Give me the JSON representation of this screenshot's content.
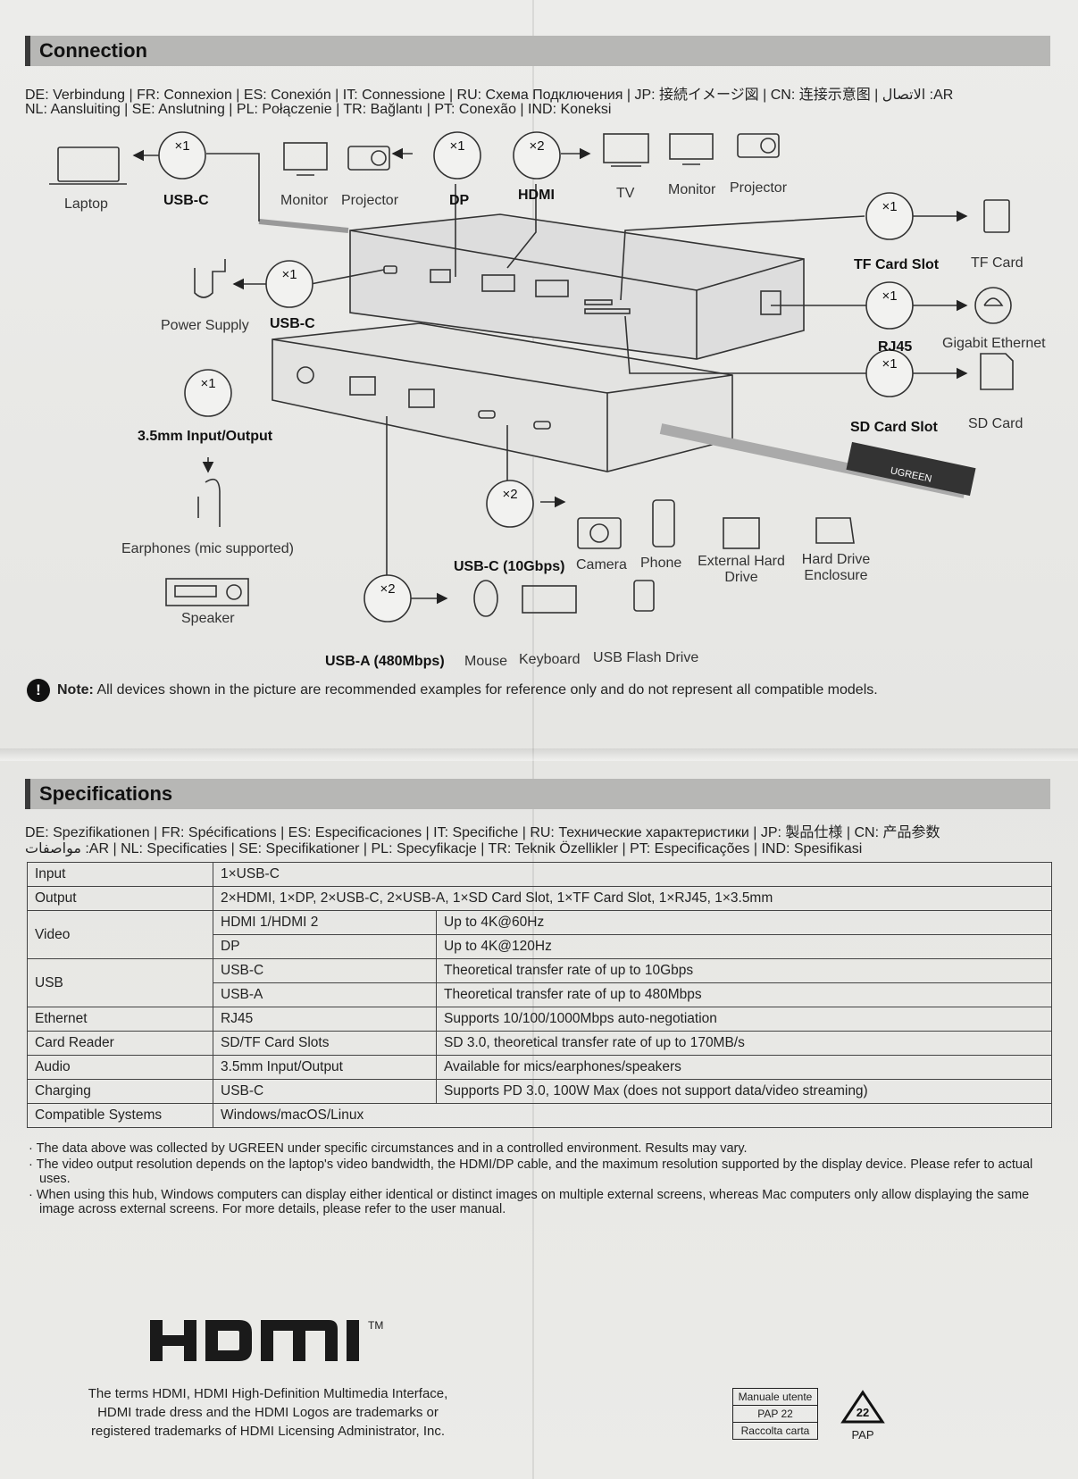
{
  "connection": {
    "title": "Connection",
    "lang_line1": "DE: Verbindung | FR: Connexion | ES: Conexión | IT: Connessione | RU: Схема Подключения | JP: 接続イメージ図 | CN: 连接示意图 | الاتصال :AR",
    "lang_line2": "NL: Aansluiting | SE: Anslutning | PL: Połączenie | TR: Bağlantı | PT: Conexão | IND: Koneksi",
    "labels": {
      "laptop": "Laptop",
      "usbc_top": "USB-C",
      "monitor1": "Monitor",
      "projector1": "Projector",
      "dp": "DP",
      "hdmi": "HDMI",
      "tv": "TV",
      "monitor2": "Monitor",
      "projector2": "Projector",
      "tf_card_slot": "TF Card Slot",
      "tf_card": "TF Card",
      "power_supply": "Power Supply",
      "usbc_power": "USB-C",
      "rj45": "RJ45",
      "gigabit_ethernet": "Gigabit Ethernet",
      "sd_card_slot": "SD Card Slot",
      "sd_card": "SD Card",
      "audio_port": "3.5mm Input/Output",
      "earphones": "Earphones (mic supported)",
      "speaker": "Speaker",
      "usbc_10g": "USB-C (10Gbps)",
      "camera": "Camera",
      "phone": "Phone",
      "ext_hdd": "External Hard Drive",
      "hdd_enclosure": "Hard Drive Enclosure",
      "usba_480": "USB-A (480Mbps)",
      "mouse": "Mouse",
      "keyboard": "Keyboard",
      "usb_flash": "USB Flash Drive",
      "x1": "×1",
      "x2": "×2",
      "brand": "UGREEN"
    },
    "note_label": "Note:",
    "note_text": "All devices shown in the picture are recommended examples for reference only and do not represent all compatible models."
  },
  "specifications": {
    "title": "Specifications",
    "lang_line1": "DE: Spezifikationen | FR: Spécifications | ES: Especificaciones | IT: Specifiche | RU: Технические характеристики | JP: 製品仕様 | CN: 产品参数",
    "lang_line2": "مواصفات :AR | NL: Specificaties | SE: Specifikationer | PL: Specyfikacje | TR: Teknik Özellikler | PT: Especificações | IND: Spesifikasi",
    "rows": {
      "input": {
        "label": "Input",
        "value": "1×USB-C"
      },
      "output": {
        "label": "Output",
        "value": "2×HDMI, 1×DP, 2×USB-C, 2×USB-A, 1×SD Card Slot, 1×TF Card Slot, 1×RJ45, 1×3.5mm"
      },
      "video": {
        "label": "Video",
        "sub1": "HDMI 1/HDMI 2",
        "val1": "Up to 4K@60Hz",
        "sub2": "DP",
        "val2": "Up to 4K@120Hz"
      },
      "usb": {
        "label": "USB",
        "sub1": "USB-C",
        "val1": "Theoretical transfer rate of up to 10Gbps",
        "sub2": "USB-A",
        "val2": "Theoretical transfer rate of up to 480Mbps"
      },
      "ethernet": {
        "label": "Ethernet",
        "sub": "RJ45",
        "val": "Supports 10/100/1000Mbps auto-negotiation"
      },
      "card_reader": {
        "label": "Card Reader",
        "sub": "SD/TF Card Slots",
        "val": "SD 3.0, theoretical transfer rate of up to 170MB/s"
      },
      "audio": {
        "label": "Audio",
        "sub": "3.5mm Input/Output",
        "val": "Available for mics/earphones/speakers"
      },
      "charging": {
        "label": "Charging",
        "sub": "USB-C",
        "val": "Supports PD 3.0, 100W Max (does not support data/video streaming)"
      },
      "compatible": {
        "label": "Compatible Systems",
        "value": "Windows/macOS/Linux"
      }
    },
    "bullets": [
      "· The data above was collected by UGREEN under specific circumstances and in a controlled environment. Results may vary.",
      "· The video output resolution depends on the laptop's video bandwidth, the HDMI/DP cable, and the maximum resolution supported by the display device. Please refer to actual uses.",
      "· When using this hub, Windows computers can display either identical or distinct images on multiple external screens, whereas Mac computers only allow displaying the same image across external screens. For more details, please refer to the user manual."
    ]
  },
  "footer": {
    "hdmi_logo": "HDMI",
    "tm": "TM",
    "trademark_text": "The terms HDMI, HDMI High-Definition Multimedia Interface, HDMI trade dress and the HDMI Logos are trademarks or registered trademarks of HDMI Licensing Administrator, Inc.",
    "manual_box": [
      "Manuale utente",
      "PAP 22",
      "Raccolta carta"
    ],
    "recycle_number": "22",
    "recycle_label": "PAP"
  }
}
